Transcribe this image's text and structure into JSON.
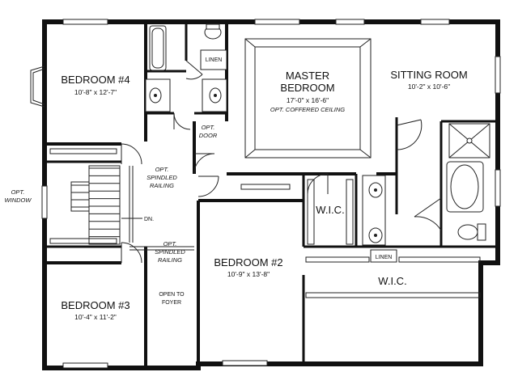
{
  "plan": {
    "rooms": {
      "bedroom4": {
        "name": "BEDROOM #4",
        "size": "10'-8\" x 12'-7\""
      },
      "master": {
        "name_line1": "MASTER",
        "name_line2": "BEDROOM",
        "size": "17'-0\" x 16'-6\"",
        "note": "OPT. COFFERED CEILING"
      },
      "sitting": {
        "name": "SITTING ROOM",
        "size": "10'-2\" x 10'-6\""
      },
      "bedroom2": {
        "name": "BEDROOM #2",
        "size": "10'-9\" x 13'-8\""
      },
      "bedroom3": {
        "name": "BEDROOM #3",
        "size": "10'-4\" x 11'-2\""
      },
      "wic1": {
        "name": "W.I.C."
      },
      "wic2": {
        "name": "W.I.C."
      }
    },
    "notes": {
      "opt_door_1": "OPT.",
      "opt_door_2": "DOOR",
      "spindled1_1": "OPT.",
      "spindled1_2": "SPINDLED",
      "spindled1_3": "RAILING",
      "spindled2_1": "OPT.",
      "spindled2_2": "SPINDLED",
      "spindled2_3": "RAILING",
      "opt_window_1": "OPT.",
      "opt_window_2": "WINDOW",
      "dn": "DN.",
      "open_foyer_1": "OPEN TO",
      "open_foyer_2": "FOYER",
      "linen1": "LINEN",
      "linen2": "LINEN"
    }
  }
}
